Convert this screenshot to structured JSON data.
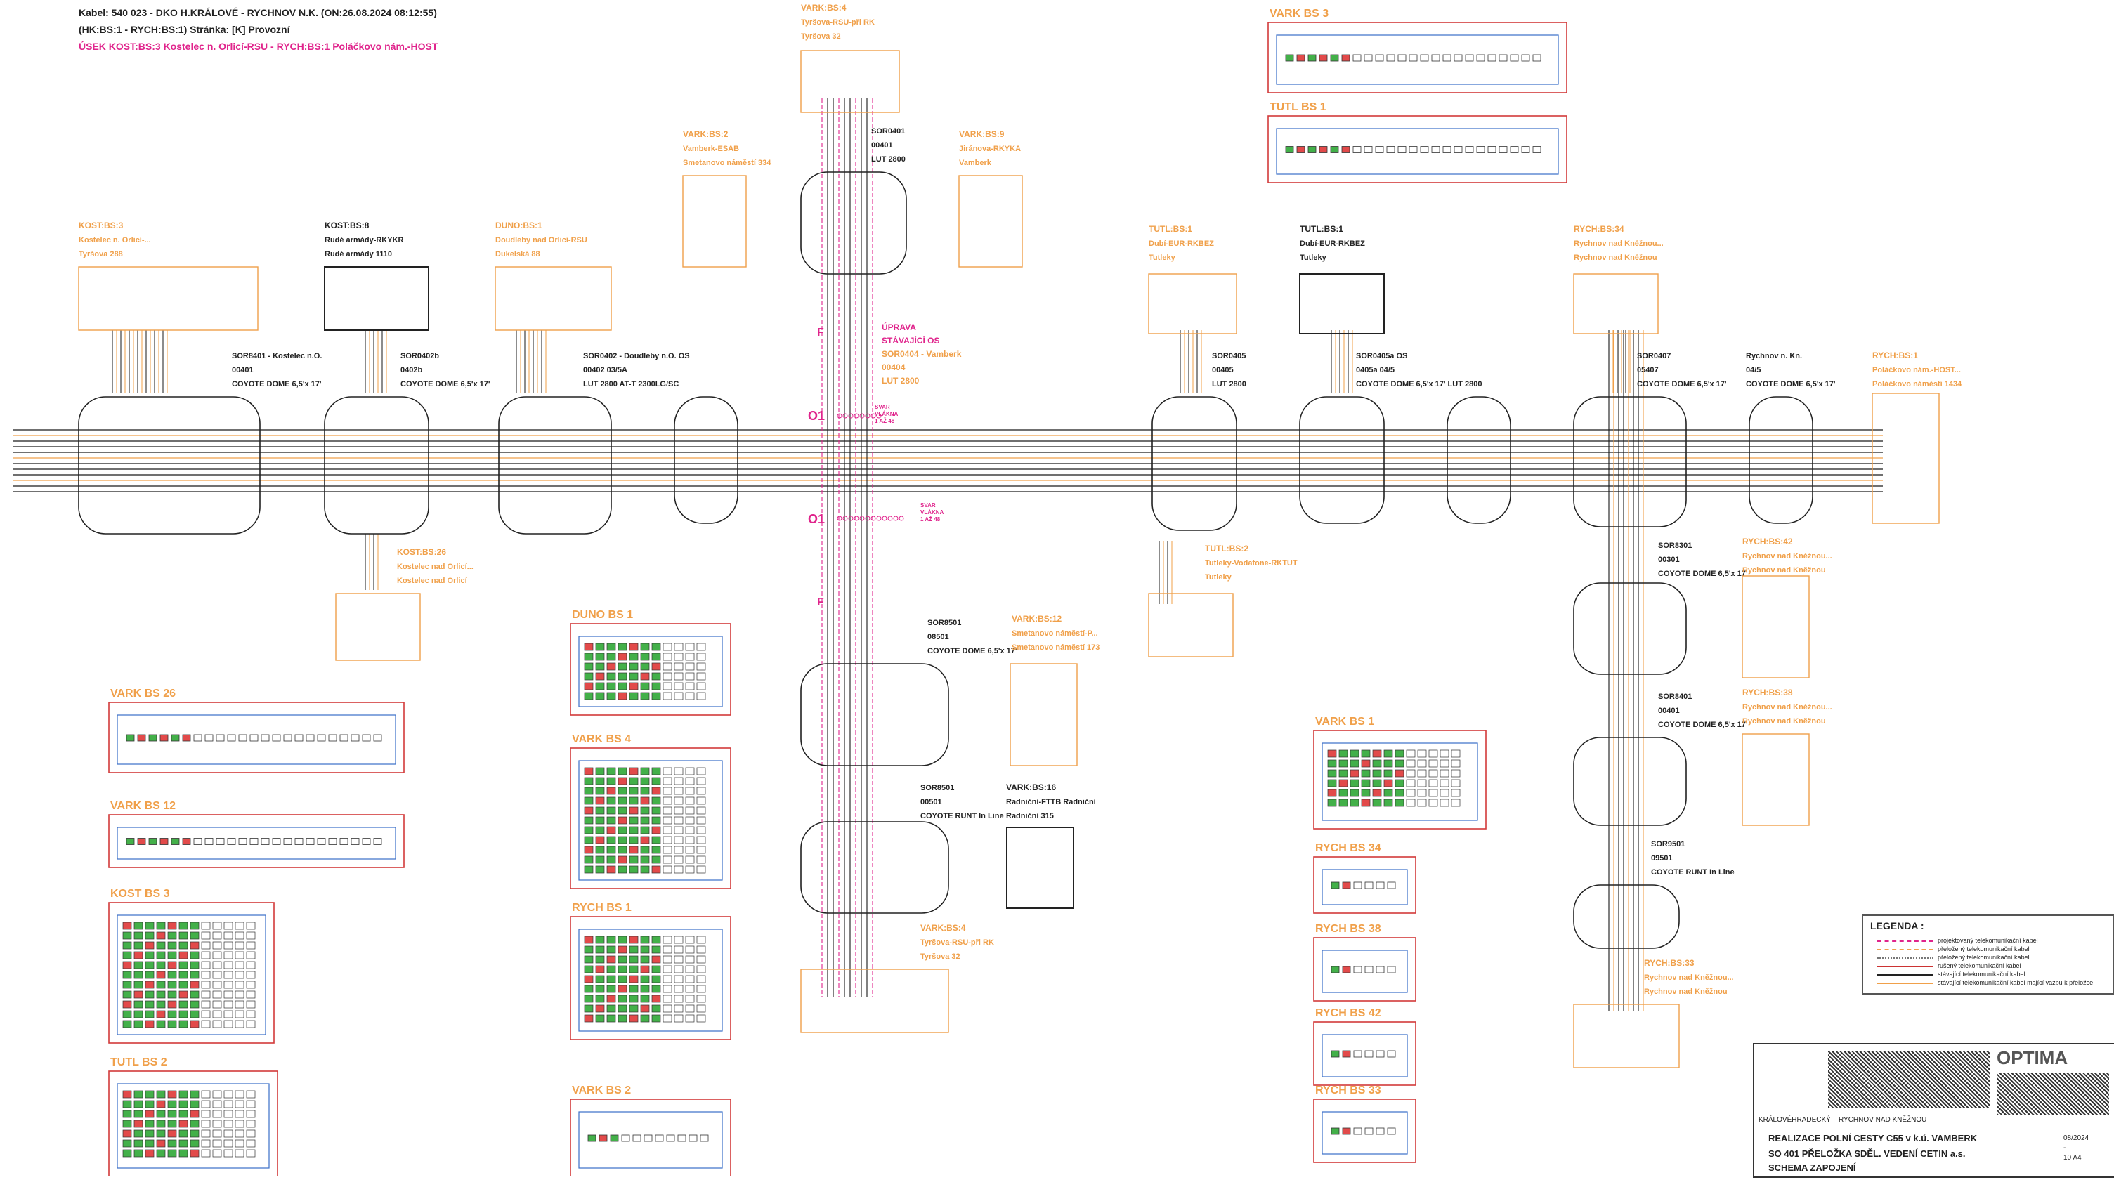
{
  "header": {
    "line1": "Kabel: 540   023 - DKO H.KRÁLOVÉ - RYCHNOV N.K. (ON:26.08.2024 08:12:55)",
    "line2": "(HK:BS:1 - RYCH:BS:1)  Stránka: [K] Provozní",
    "line3": "ÚSEK KOST:BS:3 Kostelec n. Orlicí-RSU - RYCH:BS:1 Poláčkovo nám.-HOST"
  },
  "colors": {
    "accent_orange": "#f0a04a",
    "accent_magenta": "#e0248c",
    "panel_red": "#d23a3a",
    "panel_blue": "#3a6fc8",
    "cable_black": "#1a1a1a",
    "fiber_green": "#43b049",
    "fiber_red": "#e24a4a"
  },
  "boxes": [
    {
      "id": "kost3",
      "title": "KOST:BS:3",
      "l2": "Kostelec n. Orlicí-...",
      "l3": "Tyršova 288",
      "style": "orange"
    },
    {
      "id": "kost8",
      "title": "KOST:BS:8",
      "l2": "Rudé armády-RKYKR",
      "l3": "Rudé armády 1110",
      "style": "black"
    },
    {
      "id": "duno1",
      "title": "DUNO:BS:1",
      "l2": "Doudleby nad Orlicí-RSU",
      "l3": "Dukelská 88",
      "style": "orange"
    },
    {
      "id": "vark4",
      "title": "VARK:BS:4",
      "l2": "Tyršova-RSU-při RK",
      "l3": "Tyršova 32",
      "style": "orange"
    },
    {
      "id": "vark2",
      "title": "VARK:BS:2",
      "l2": "Vamberk-ESAB",
      "l3": "Smetanovo náměstí 334",
      "style": "orange"
    },
    {
      "id": "vark9",
      "title": "VARK:BS:9",
      "l2": "Jiránova-RKYKA",
      "l3": "Vamberk",
      "style": "orange"
    },
    {
      "id": "tutl1a",
      "title": "TUTL:BS:1",
      "l2": "Dubí-EUR-RKBEZ",
      "l3": "Tutleky",
      "style": "orange"
    },
    {
      "id": "tutl1b",
      "title": "TUTL:BS:1",
      "l2": "Dubí-EUR-RKBEZ",
      "l3": "Tutleky",
      "style": "black"
    },
    {
      "id": "rych34",
      "title": "RYCH:BS:34",
      "l2": "Rychnov nad Kněžnou...",
      "l3": "Rychnov nad Kněžnou",
      "style": "orange"
    },
    {
      "id": "rych1",
      "title": "RYCH:BS:1",
      "l2": "Poláčkovo nám.-HOST...",
      "l3": "Poláčkovo náměstí 1434",
      "style": "orange"
    },
    {
      "id": "kost26",
      "title": "KOST:BS:26",
      "l2": "Kostelec nad Orlicí...",
      "l3": "Kostelec nad Orlicí",
      "style": "orange"
    },
    {
      "id": "tutl2",
      "title": "TUTL:BS:2",
      "l2": "Tutleky-Vodafone-RKTUT",
      "l3": "Tutleky",
      "style": "orange"
    },
    {
      "id": "vark12",
      "title": "VARK:BS:12",
      "l2": "Smetanovo náměstí-P...",
      "l3": "Smetanovo náměstí 173",
      "style": "orange"
    },
    {
      "id": "vark16",
      "title": "VARK:BS:16",
      "l2": "Radniční-FTTB Radniční",
      "l3": "Radniční 315",
      "style": "black"
    },
    {
      "id": "vark4b",
      "title": "VARK:BS:4",
      "l2": "Tyršova-RSU-při RK",
      "l3": "Tyršova 32",
      "style": "orange"
    },
    {
      "id": "rych42",
      "title": "RYCH:BS:42",
      "l2": "Rychnov nad Kněžnou...",
      "l3": "Rychnov nad Kněžnou",
      "style": "orange"
    },
    {
      "id": "rych38",
      "title": "RYCH:BS:38",
      "l2": "Rychnov nad Kněžnou...",
      "l3": "Rychnov nad Kněžnou",
      "style": "orange"
    },
    {
      "id": "rych33",
      "title": "RYCH:BS:33",
      "l2": "Rychnov nad Kněžnou...",
      "l3": "Rychnov nad Kněžnou",
      "style": "orange"
    }
  ],
  "closures": [
    {
      "id": "c1",
      "l1": "SOR8401 - Kostelec n.O.",
      "l2": "00401",
      "l3": "COYOTE DOME 6,5'x 17'"
    },
    {
      "id": "c2",
      "l1": "SOR0402b",
      "l2": "0402b",
      "l3": "COYOTE DOME 6,5'x 17'"
    },
    {
      "id": "c3",
      "l1": "SOR0402 - Doudleby n.O.    OS",
      "l2": "00402                          03/5A",
      "l3": "LUT 2800                    AT-T 2300LG/SC"
    },
    {
      "id": "c4",
      "l1": "SOR0401",
      "l2": "00401",
      "l3": "LUT 2800"
    },
    {
      "id": "c5",
      "l1": "SOR0405",
      "l2": "00405",
      "l3": "LUT 2800"
    },
    {
      "id": "c6",
      "l1": "SOR0405a         OS",
      "l2": "0405a             04/5",
      "l3": "COYOTE DOME 6,5'x 17'   LUT 2800"
    },
    {
      "id": "c7",
      "l1": "SOR0407",
      "l2": "05407",
      "l3": "COYOTE DOME 6,5'x 17'"
    },
    {
      "id": "c8",
      "l1": "Rychnov n. Kn.",
      "l2": "04/5",
      "l3": "COYOTE DOME 6,5'x 17'"
    },
    {
      "id": "c9",
      "l1": "SOR8501",
      "l2": "08501",
      "l3": "COYOTE DOME 6,5'x 17'"
    },
    {
      "id": "c10",
      "l1": "SOR8501",
      "l2": "00501",
      "l3": "COYOTE RUNT In Line"
    },
    {
      "id": "c11",
      "l1": "SOR8301",
      "l2": "00301",
      "l3": "COYOTE DOME 6,5'x 17'"
    },
    {
      "id": "c12",
      "l1": "SOR8401",
      "l2": "00401",
      "l3": "COYOTE DOME 6,5'x 17'"
    },
    {
      "id": "c13",
      "l1": "SOR9501",
      "l2": "09501",
      "l3": "COYOTE RUNT In Line"
    }
  ],
  "annotations": {
    "uprava": [
      "ÚPRAVA",
      "STÁVAJÍCÍ OS",
      "SOR0404 - Vamberk",
      "00404",
      "LUT 2800"
    ],
    "svar1": [
      "SVAR",
      "VLÁKNA",
      "1 AŽ 48"
    ],
    "svar2": [
      "SVAR",
      "VLÁKNA",
      "1 AŽ 48"
    ],
    "o1": "O1",
    "f": "F"
  },
  "panels": [
    {
      "id": "vark3",
      "title": "VARK BS 3"
    },
    {
      "id": "tutl1",
      "title": "TUTL BS 1"
    },
    {
      "id": "vark26",
      "title": "VARK BS 26"
    },
    {
      "id": "vark12p",
      "title": "VARK BS 12"
    },
    {
      "id": "duno1p",
      "title": "DUNO BS 1"
    },
    {
      "id": "vark4p",
      "title": "VARK BS 4"
    },
    {
      "id": "kost3p",
      "title": "KOST BS 3"
    },
    {
      "id": "rych1p",
      "title": "RYCH BS 1"
    },
    {
      "id": "tutl2p",
      "title": "TUTL BS 2"
    },
    {
      "id": "vark2p",
      "title": "VARK BS 2"
    },
    {
      "id": "vark1p",
      "title": "VARK BS 1"
    },
    {
      "id": "rych34p",
      "title": "RYCH BS 34"
    },
    {
      "id": "rych38p",
      "title": "RYCH BS 38"
    },
    {
      "id": "rych42p",
      "title": "RYCH BS 42"
    },
    {
      "id": "rych33p",
      "title": "RYCH BS 33"
    }
  ],
  "legend": {
    "title": "LEGENDA :",
    "items": [
      "projektovaný telekomunikační kabel",
      "přeložený telekomunikační kabel",
      "přeložený telekomunikační kabel",
      "rušený telekomunikační kabel",
      "stávající telekomunikační kabel",
      "stávající telekomunikační kabel mající vazbu k přeložce"
    ]
  },
  "titleblock": {
    "company": "OPTIMA",
    "project": "REALIZACE POLNÍ CESTY C55 v k.ú. VAMBERK",
    "object": "SO 401 PŘELOŽKA SDĚL. VEDENÍ CETIN a.s.",
    "drawing": "SCHEMA ZAPOJENÍ",
    "kraj": "KRÁLOVÉHRADECKÝ",
    "obec": "RYCHNOV NAD KNĚŽNOU",
    "date": "08/2024",
    "scale": "-",
    "format": "10 A4"
  }
}
